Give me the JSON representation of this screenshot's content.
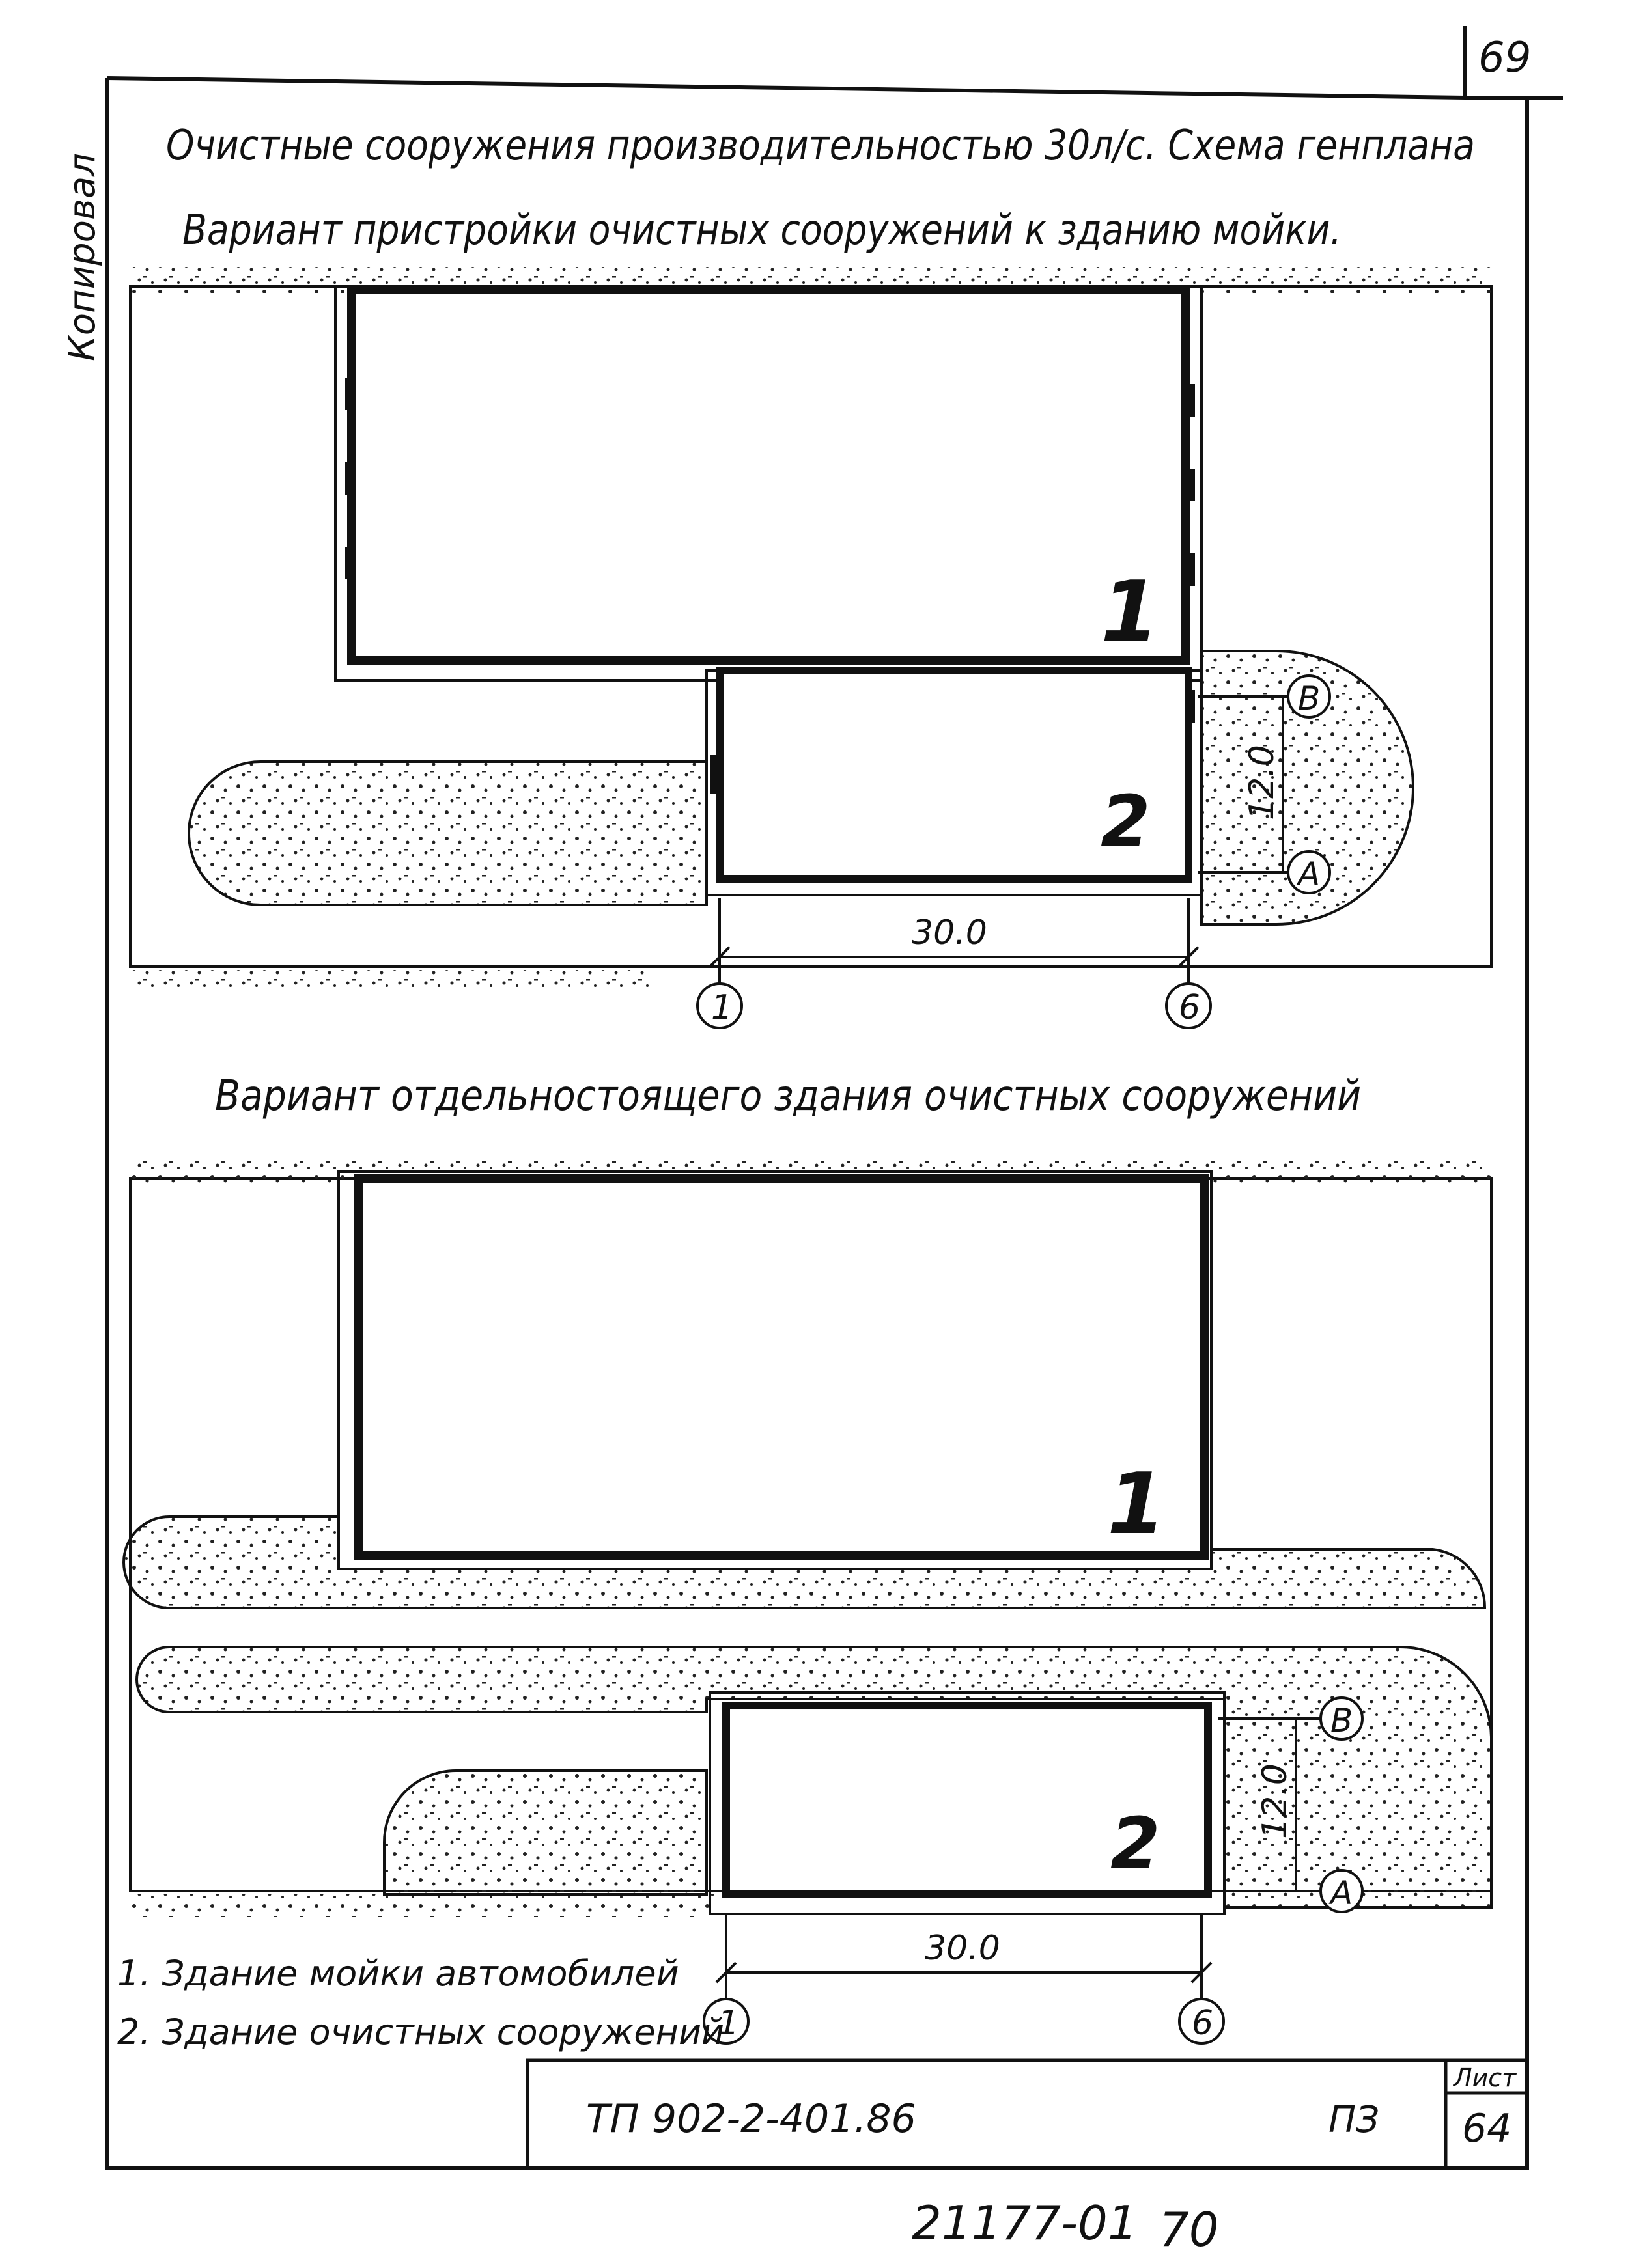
{
  "page_number": "69",
  "side_label": "Копировал",
  "title_line1": "Очистные сооружения   производительностью 30л/с. Схема генплана",
  "title_line2": "Вариант пристройки очистных сооружений к зданию мойки.",
  "variant2_title": "Вариант отдельностоящего здания очистных сооружений",
  "building1_number": "1",
  "building2_number": "2",
  "dim_width": "30.0",
  "dim_height": "12.0",
  "axis_1": "1",
  "axis_6": "6",
  "axis_A": "А",
  "axis_B": "В",
  "legend": [
    "1. Здание мойки автомобилей",
    "2. Здание очистных сооружений"
  ],
  "stamp": {
    "code": "ТП  902-2-401.86",
    "section": "ПЗ",
    "sheet_label": "Лист",
    "sheet_number": "64"
  },
  "bottom_code": "21177-01",
  "bottom_number": "70"
}
